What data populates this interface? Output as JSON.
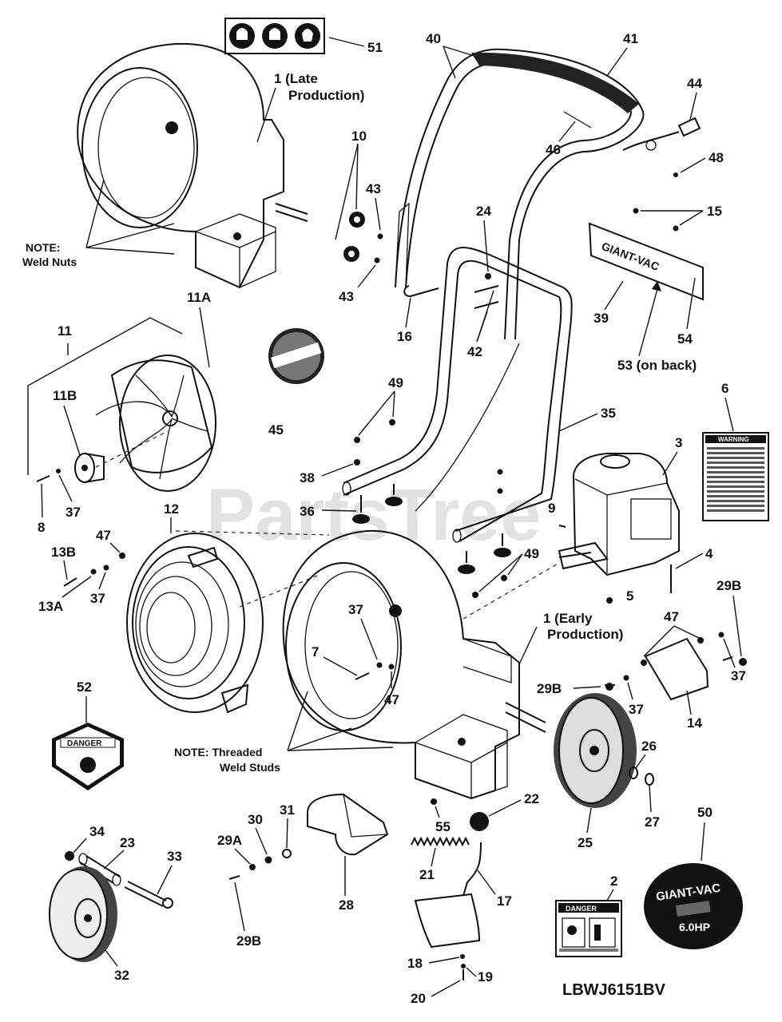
{
  "watermark": "PartsTree",
  "model": "LBWJ6151BV",
  "notes": {
    "weld_nuts_line1": "NOTE:",
    "weld_nuts_line2": "Weld Nuts",
    "threaded_line1": "NOTE: Threaded",
    "threaded_line2": "Weld Studs"
  },
  "callouts": {
    "c1_late_a": "1 (Late",
    "c1_late_b": "Production)",
    "c1_early_a": "1 (Early",
    "c1_early_b": "Production)",
    "c2": "2",
    "c3": "3",
    "c4": "4",
    "c5": "5",
    "c6": "6",
    "c7": "7",
    "c8": "8",
    "c9": "9",
    "c10": "10",
    "c11": "11",
    "c11a": "11A",
    "c11b": "11B",
    "c12": "12",
    "c13a": "13A",
    "c13b": "13B",
    "c14": "14",
    "c15": "15",
    "c16": "16",
    "c17": "17",
    "c18": "18",
    "c19": "19",
    "c20": "20",
    "c21": "21",
    "c22": "22",
    "c23": "23",
    "c24": "24",
    "c25": "25",
    "c26": "26",
    "c27": "27",
    "c28": "28",
    "c29a": "29A",
    "c29b_1": "29B",
    "c29b_2": "29B",
    "c29b_3": "29B",
    "c30": "30",
    "c31": "31",
    "c32": "32",
    "c33": "33",
    "c34": "34",
    "c35": "35",
    "c36": "36",
    "c37_1": "37",
    "c37_2": "37",
    "c37_3": "37",
    "c37_4": "37",
    "c37_5": "37",
    "c38": "38",
    "c39": "39",
    "c40": "40",
    "c41": "41",
    "c42": "42",
    "c43_1": "43",
    "c43_2": "43",
    "c44": "44",
    "c45": "45",
    "c46": "46",
    "c47_1": "47",
    "c47_2": "47",
    "c47_3": "47",
    "c48": "48",
    "c49_1": "49",
    "c49_2": "49",
    "c50": "50",
    "c51": "51",
    "c52": "52",
    "c53": "53 (on back)",
    "c54": "54",
    "c55": "55"
  },
  "decals": {
    "giant_vac": "GIANT-VAC",
    "warning": "WARNING",
    "danger": "DANGER",
    "badge_brand": "GIANT-VAC",
    "badge_hp": "6.0HP"
  }
}
